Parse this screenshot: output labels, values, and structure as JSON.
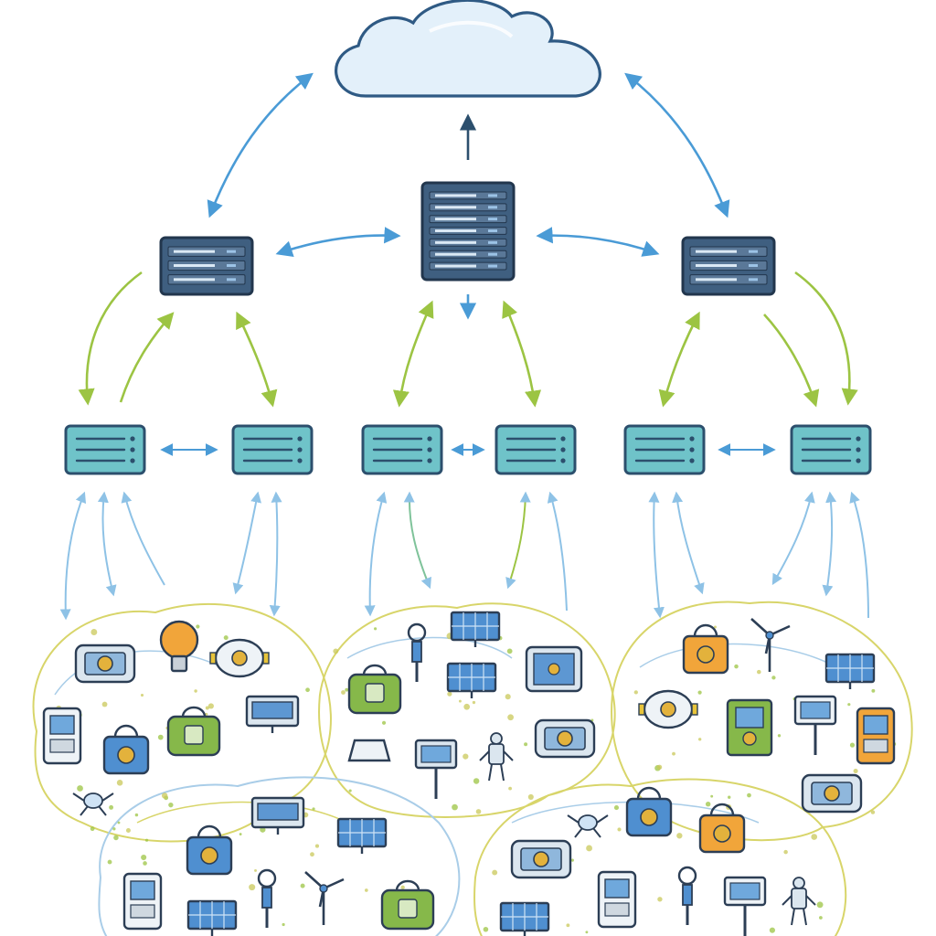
{
  "diagram": {
    "nodes": {
      "cloud": {
        "kind": "cloud"
      },
      "servers_core": [
        {
          "id": "core-left",
          "kind": "rack-server"
        },
        {
          "id": "core-center",
          "kind": "rack-server-tall"
        },
        {
          "id": "core-right",
          "kind": "rack-server"
        }
      ],
      "gateways": [
        {
          "id": "gw-1",
          "kind": "gateway"
        },
        {
          "id": "gw-2",
          "kind": "gateway"
        },
        {
          "id": "gw-3",
          "kind": "gateway"
        },
        {
          "id": "gw-4",
          "kind": "gateway"
        },
        {
          "id": "gw-5",
          "kind": "gateway"
        },
        {
          "id": "gw-6",
          "kind": "gateway"
        }
      ],
      "device_clusters": [
        {
          "id": "cluster-left",
          "devices": [
            "camera-device-icon",
            "light-bulb-icon",
            "sensor-pod-icon",
            "handheld-terminal-icon",
            "lock-device-icon",
            "green-bag-device-icon",
            "monitor-panel-icon",
            "drone-icon"
          ]
        },
        {
          "id": "cluster-center",
          "devices": [
            "green-bag-device-icon",
            "sensor-pole-icon",
            "solar-panel-icon",
            "solar-panel-icon",
            "tablet-device-icon",
            "storage-box-icon",
            "signboard-icon",
            "robot-icon",
            "camera-device-icon"
          ]
        },
        {
          "id": "cluster-right",
          "devices": [
            "orange-lock-device-icon",
            "wind-turbine-icon",
            "solar-panel-icon",
            "sensor-pod-icon",
            "green-terminal-icon",
            "sign-stand-icon",
            "orange-handheld-icon",
            "camera-device-icon"
          ]
        },
        {
          "id": "cluster-bottom-left",
          "devices": [
            "monitor-panel-icon",
            "lock-device-icon",
            "solar-panel-icon",
            "handheld-terminal-icon",
            "sensor-pole-icon",
            "wind-turbine-icon",
            "green-bag-device-icon",
            "solar-panel-icon"
          ]
        },
        {
          "id": "cluster-bottom-right",
          "devices": [
            "drone-icon",
            "lock-device-icon",
            "orange-lock-device-icon",
            "camera-device-icon",
            "handheld-terminal-icon",
            "sensor-pole-icon",
            "sign-stand-icon",
            "robot-icon",
            "solar-panel-icon"
          ]
        }
      ]
    },
    "colors": {
      "cloud_fill": "#e3f0fa",
      "cloud_stroke": "#2f5a84",
      "server_fill": "#3f5f80",
      "server_slot": "#dbe9f5",
      "gateway_fill": "#6fc3c9",
      "gateway_stroke": "#2c4f6d",
      "link_blue": "#4a9bd6",
      "link_green": "#9cc443",
      "link_light_blue": "#8ec2e6",
      "cluster_yellow": "#d8d56a",
      "cluster_blue": "#a9cde8",
      "device_blue": "#4f8fd0",
      "device_green": "#86b84a",
      "device_orange": "#f1a53a",
      "device_dark": "#2c3e55"
    }
  }
}
